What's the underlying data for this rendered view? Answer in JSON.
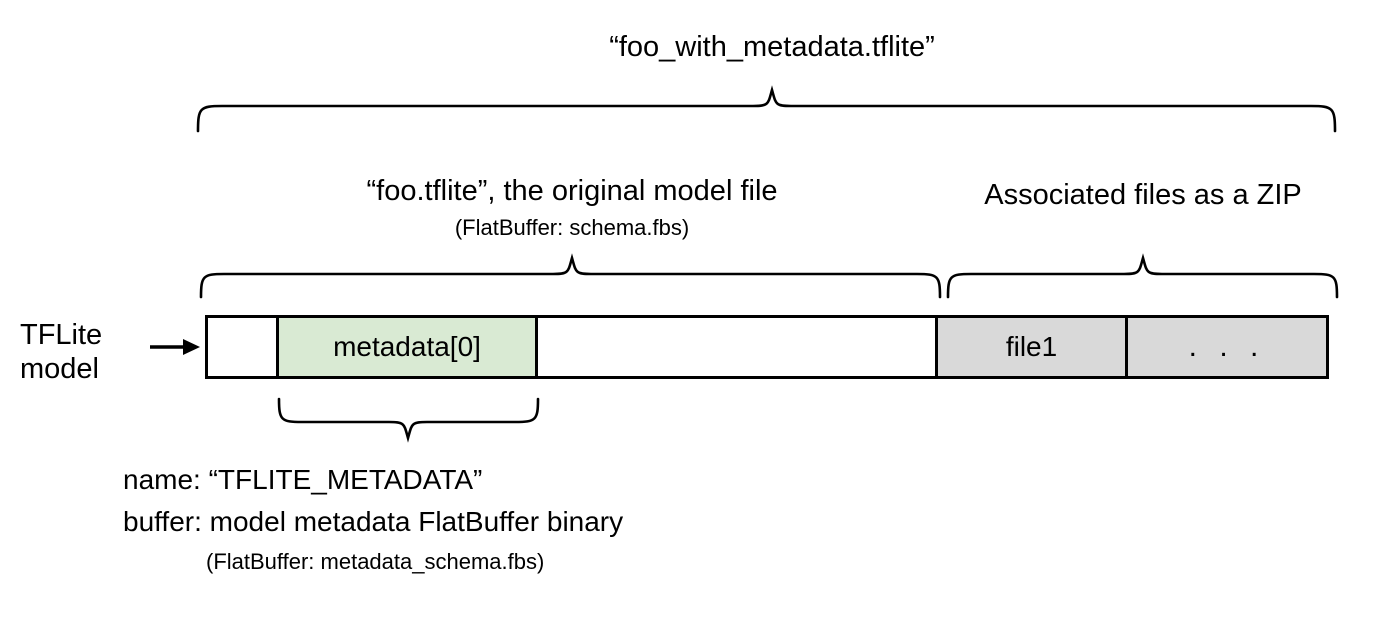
{
  "diagram": {
    "title": "“foo_with_metadata.tflite”",
    "left_label_line1": "TFLite",
    "left_label_line2": "model",
    "model_section": {
      "label": "“foo.tflite”, the original model file",
      "note": "(FlatBuffer: schema.fbs)"
    },
    "zip_section": {
      "label": "Associated files as a ZIP"
    },
    "bar_cells": [
      {
        "text": "",
        "fill": "#ffffff",
        "name": "cell-header-padding"
      },
      {
        "text": "metadata[0]",
        "fill": "#d9ead3",
        "name": "cell-metadata-0"
      },
      {
        "text": "",
        "fill": "#ffffff",
        "name": "cell-model-body"
      },
      {
        "text": "file1",
        "fill": "#d9d9d9",
        "name": "cell-file1"
      },
      {
        "text": ". . .",
        "fill": "#d9d9d9",
        "name": "cell-more-files"
      }
    ],
    "metadata_detail": {
      "name_line": "name: “TFLITE_METADATA”",
      "buffer_line": "buffer: model metadata FlatBuffer binary",
      "schema_note": "(FlatBuffer: metadata_schema.fbs)"
    },
    "colors": {
      "metadata_fill": "#d9ead3",
      "zip_fill": "#d9d9d9",
      "stroke": "#000000",
      "background": "#ffffff"
    }
  }
}
